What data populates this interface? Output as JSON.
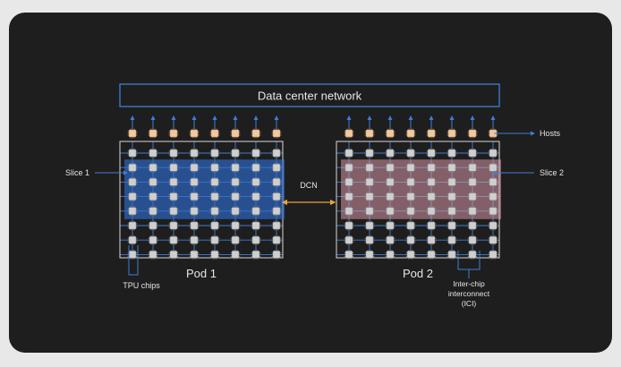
{
  "network": {
    "label": "Data center network"
  },
  "pods": [
    {
      "label": "Pod 1",
      "slice_label": "Slice 1"
    },
    {
      "label": "Pod 2",
      "slice_label": "Slice 2"
    }
  ],
  "links": {
    "dcn_label": "DCN"
  },
  "annotations": {
    "hosts": "Hosts",
    "tpu_chips": "TPU chips",
    "ici_line1": "Inter-chip",
    "ici_line2": "interconnect",
    "ici_line3": "(ICI)"
  },
  "colors": {
    "frame_background": "#1e1e1e",
    "line_blue": "#3d7fd6",
    "slice1_fill": "#2f6fd6",
    "slice2_fill": "#e8a0b0",
    "dcn_arrow": "#e8a33a",
    "host_fill": "#f0c9a0",
    "chip_fill": "#cfcfcf",
    "text": "#e6e6e6"
  },
  "grid": {
    "rows": 8,
    "cols": 8,
    "hosts_per_pod": 8
  }
}
